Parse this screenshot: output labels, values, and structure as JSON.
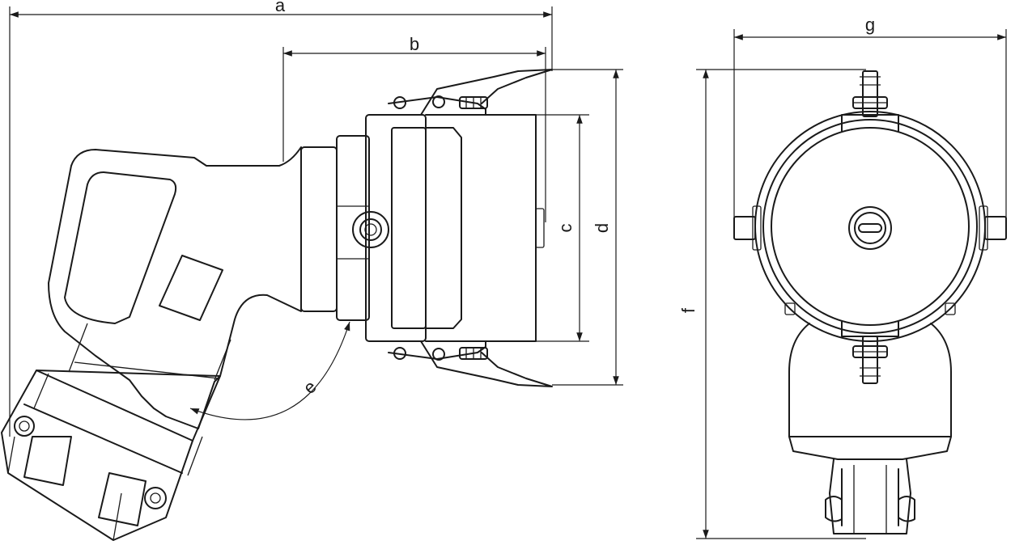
{
  "dimensions": {
    "a": "a",
    "b": "b",
    "c": "c",
    "d": "d",
    "e": "e",
    "f": "f",
    "g": "g"
  },
  "colors": {
    "line": "#1a1a1a",
    "background": "#ffffff"
  }
}
